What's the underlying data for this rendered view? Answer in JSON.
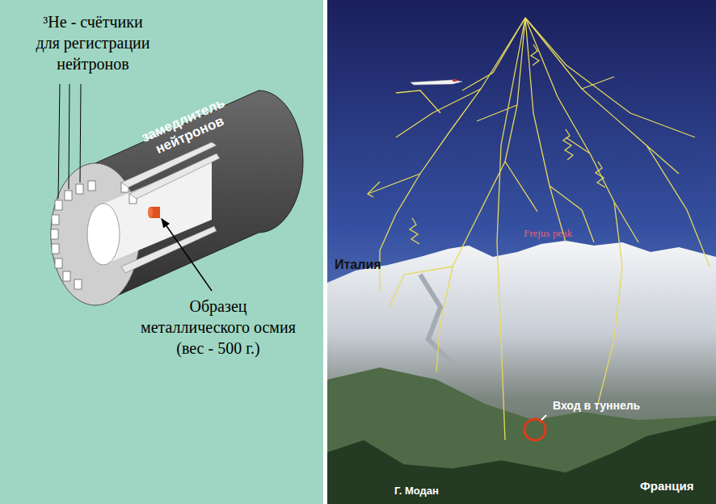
{
  "diagram": {
    "nodes": [
      {
        "text": [
          "замедлитель нейтронов"
        ]
      }
    ],
    "labels": [
      "³He - счётчики для регистрации нейтронов",
      "Образец металлического осмия (вес - 500 г.)",
      "Frejus peak",
      "Италия",
      "Вход в туннель",
      "Г. Модан",
      "Франция"
    ]
  }
}
